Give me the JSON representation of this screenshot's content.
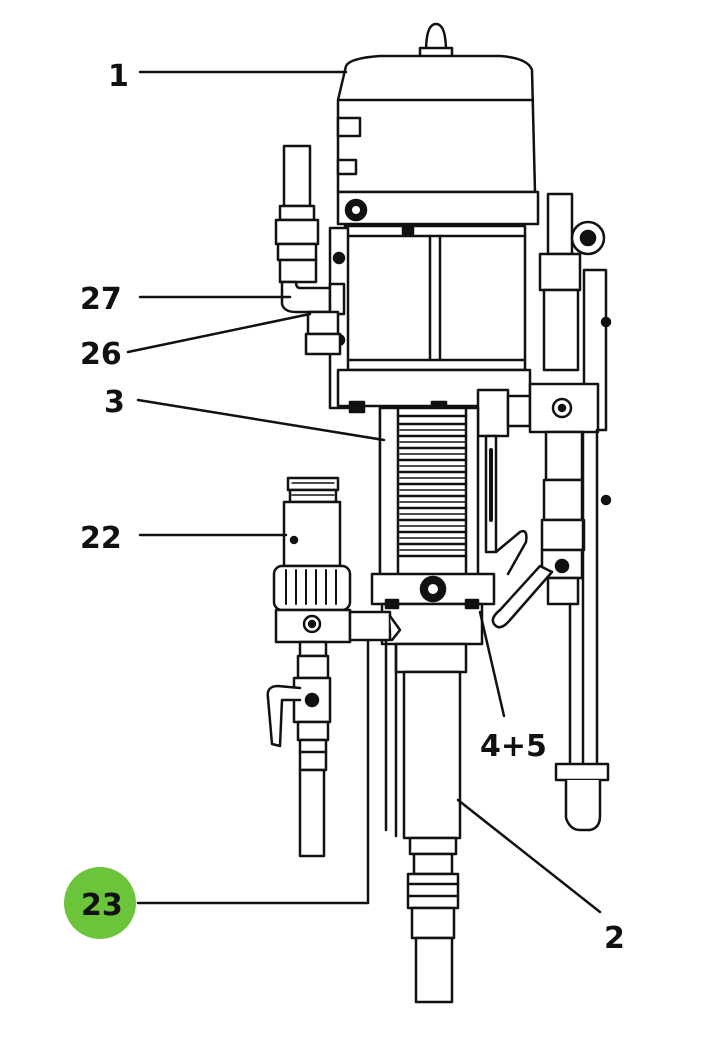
{
  "diagram": {
    "labels": {
      "l1": "1",
      "l27": "27",
      "l26": "26",
      "l3": "3",
      "l22": "22",
      "l45": "4+5",
      "l23": "23",
      "l2": "2"
    },
    "highlight": {
      "label_ref": "23",
      "color": "#6cc43a"
    },
    "line_color": "#111111"
  }
}
